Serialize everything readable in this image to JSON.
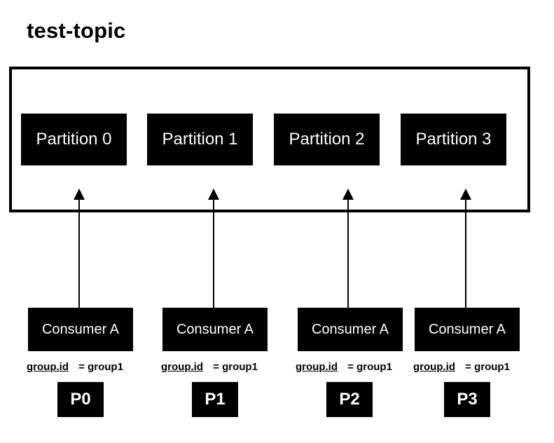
{
  "title": "test-topic",
  "partitions": [
    {
      "label": "Partition 0"
    },
    {
      "label": "Partition 1"
    },
    {
      "label": "Partition 2"
    },
    {
      "label": "Partition 3"
    }
  ],
  "consumers": [
    {
      "label": "Consumer A",
      "group_key": "group.id",
      "group_value": "= group1",
      "process": "P0"
    },
    {
      "label": "Consumer A",
      "group_key": "group.id",
      "group_value": "= group1",
      "process": "P1"
    },
    {
      "label": "Consumer A",
      "group_key": "group.id",
      "group_value": "= group1",
      "process": "P2"
    },
    {
      "label": "Consumer A",
      "group_key": "group.id",
      "group_value": "= group1",
      "process": "P3"
    }
  ],
  "colors": {
    "box": "#000000",
    "text_on_box": "#ffffff",
    "background": "#ffffff"
  }
}
